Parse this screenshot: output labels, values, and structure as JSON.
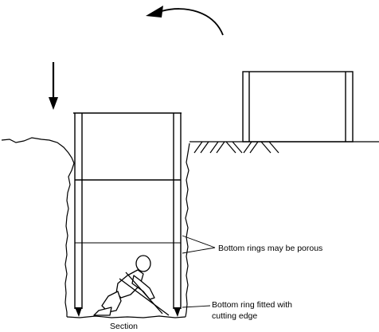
{
  "diagram": {
    "labels": {
      "porous": "Bottom rings may be porous",
      "cutting_line1": "Bottom ring fitted with",
      "cutting_line2": "cutting edge",
      "section": "Section"
    },
    "icons": {
      "rotation": "curved-arrow-icon",
      "sinking": "down-arrow-icon"
    },
    "colors": {
      "ink": "#000000",
      "paper": "#ffffff"
    }
  }
}
